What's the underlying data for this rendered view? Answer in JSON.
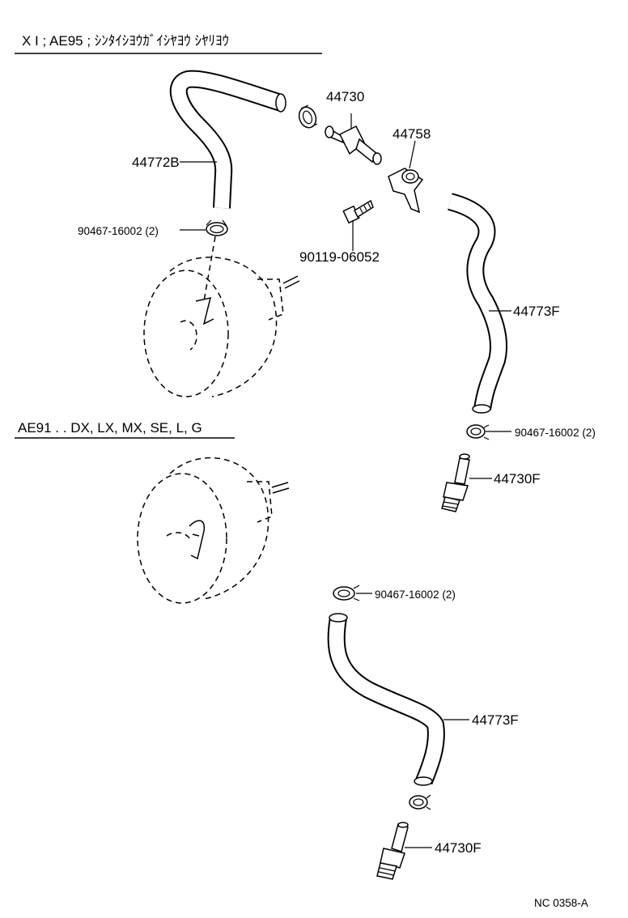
{
  "sections": {
    "top_header": "X I ;  AE95 ;  ｼﾝﾀｲｼﾖｳｶﾞｲｼﾔﾖｳ  ｼﾔﾘﾖｳ",
    "bottom_header": "AE91 . . DX, LX, MX, SE, L, G"
  },
  "parts": {
    "hose_upper": "44772B",
    "clamp_upper_left": "90467-16002 (2)",
    "check_valve": "44730",
    "bracket": "44758",
    "bolt": "90119-06052",
    "hose_right": "44773F",
    "clamp_right": "90467-16002 (2)",
    "union_right": "44730F",
    "clamp_lower": "90467-16002 (2)",
    "hose_lower": "44773F",
    "union_lower": "44730F"
  },
  "footer": {
    "code": "NC  0358-A"
  }
}
